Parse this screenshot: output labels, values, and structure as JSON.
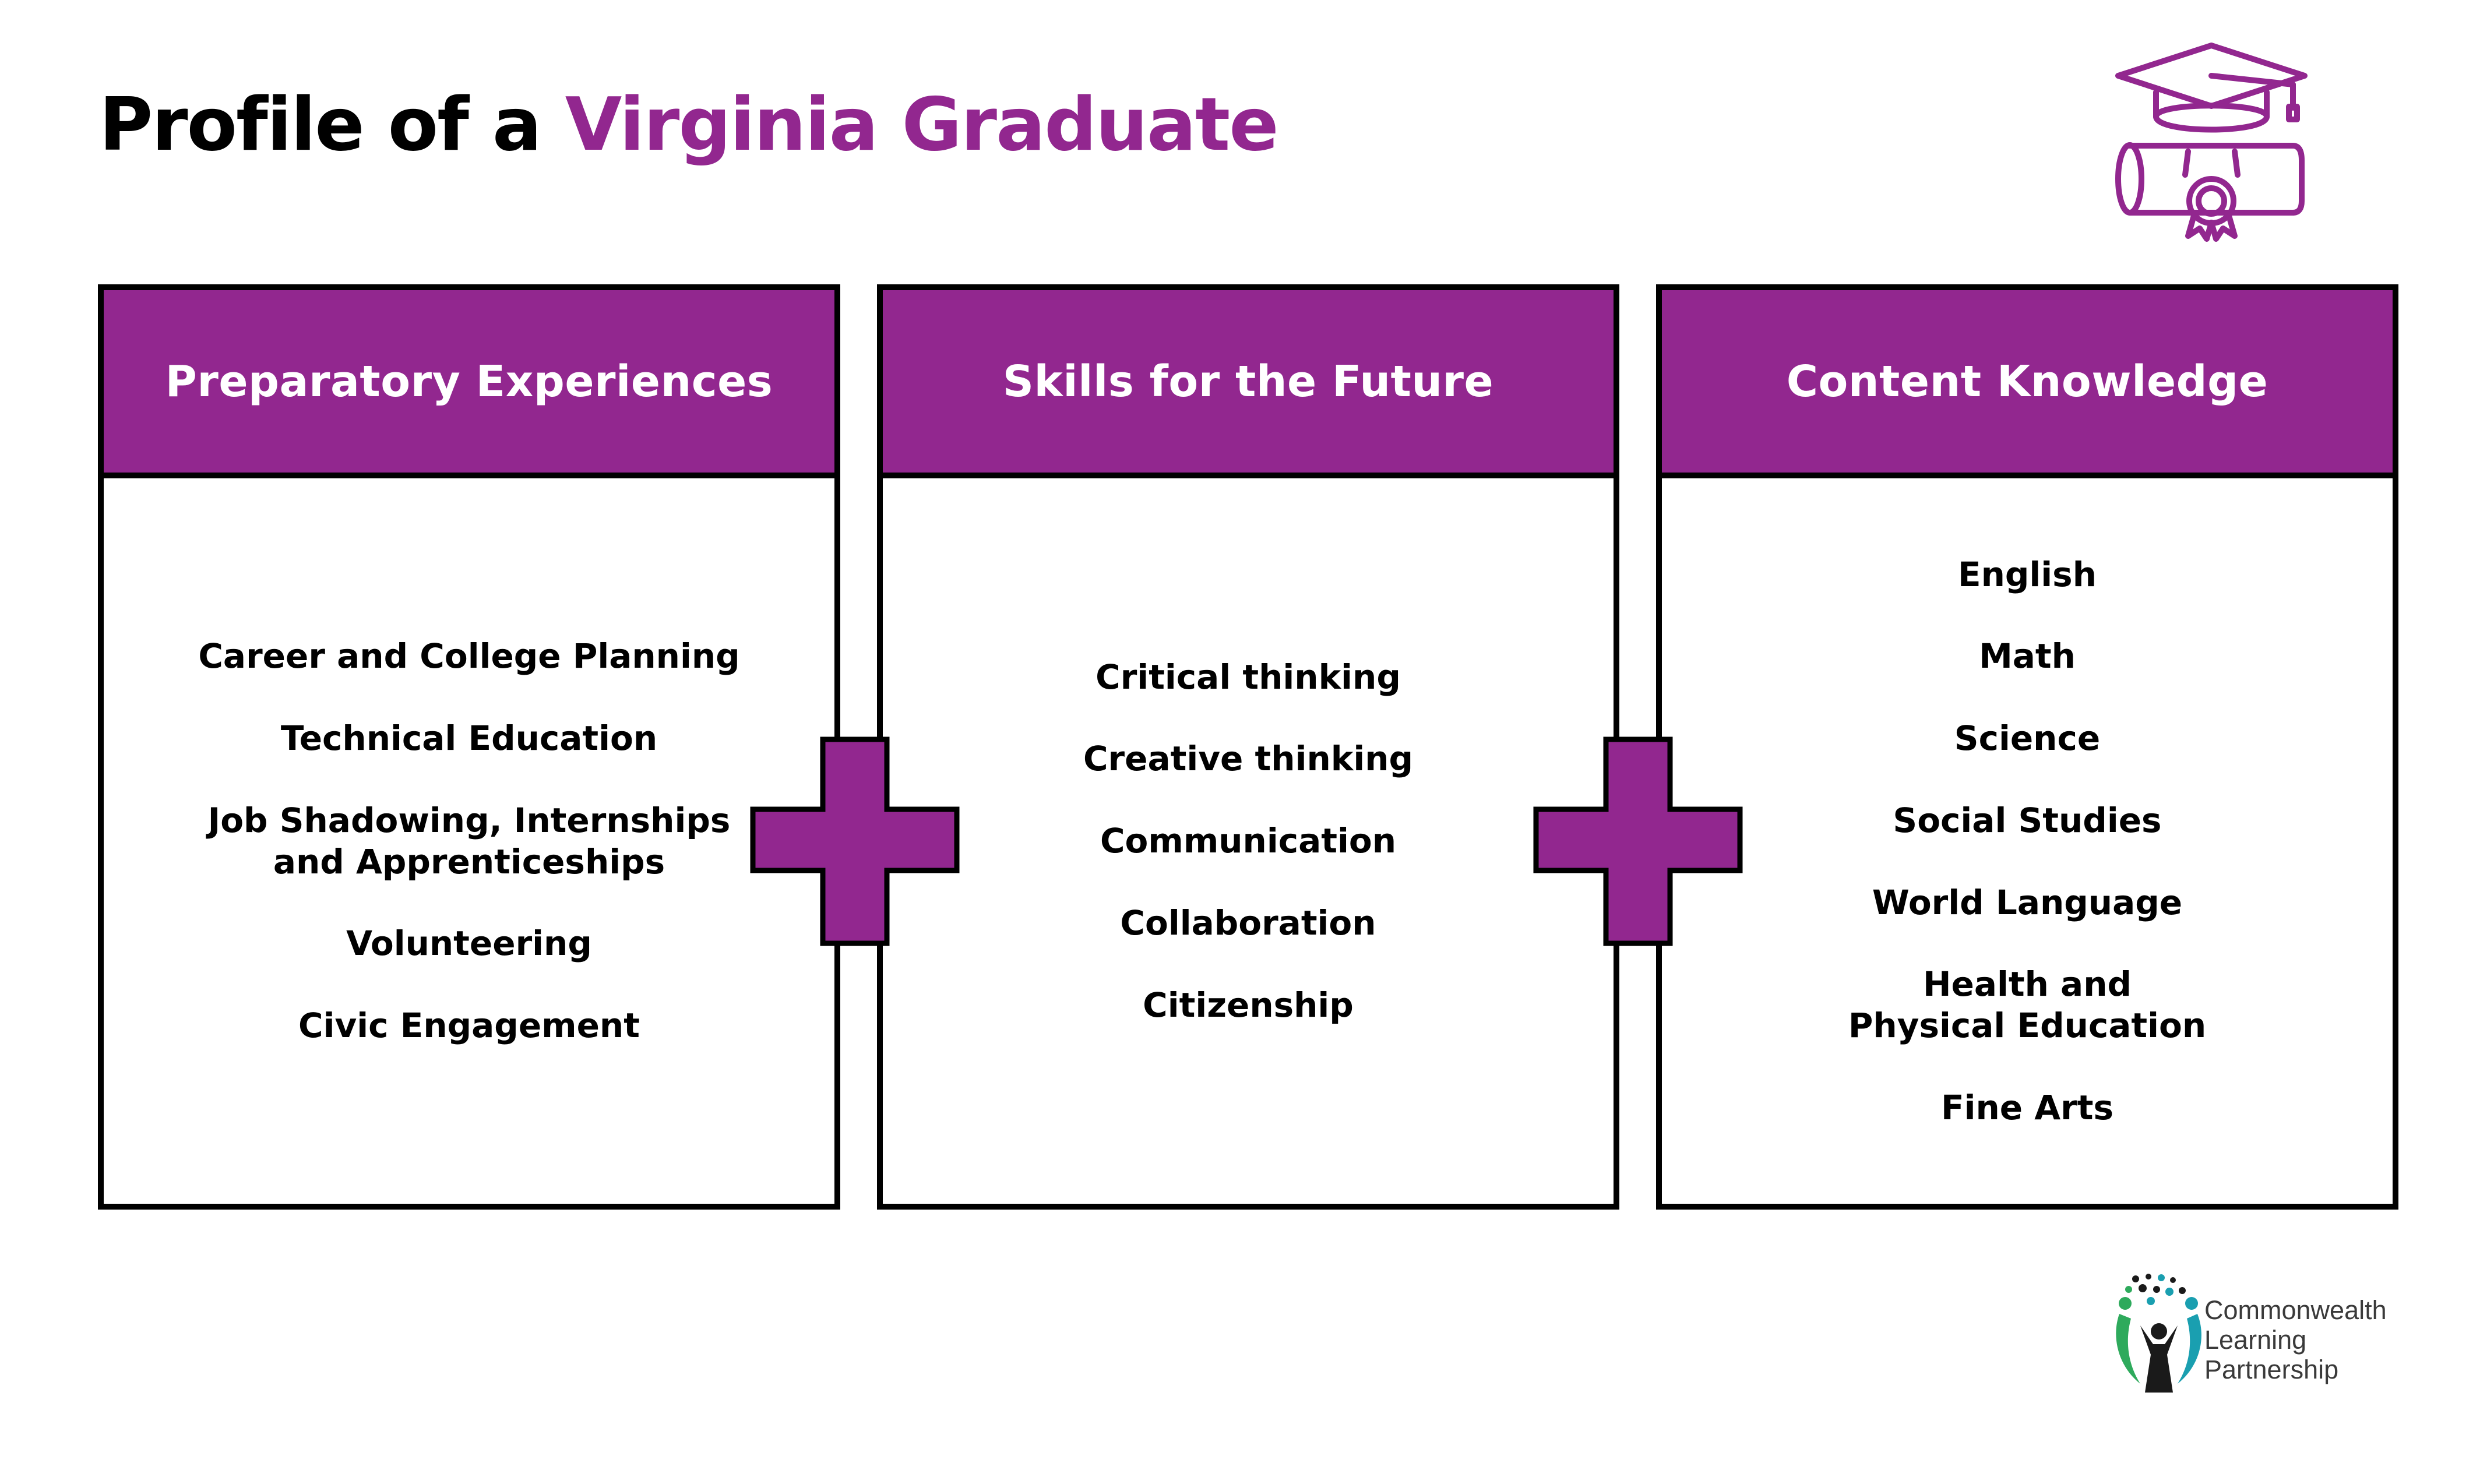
{
  "title": {
    "prefix": "Profile of a",
    "highlight": "Virginia Graduate"
  },
  "colors": {
    "accent": "#92278f",
    "border": "#000000",
    "text": "#000000"
  },
  "icons": {
    "header": "graduation-cap-diploma-icon",
    "connector": "plus-icon"
  },
  "panels": [
    {
      "title": "Preparatory Experiences",
      "items": [
        "Career and College Planning",
        "Technical Education",
        "Job Shadowing, Internships\nand Apprenticeships",
        "Volunteering",
        "Civic Engagement"
      ]
    },
    {
      "title": "Skills for the Future",
      "items": [
        "Critical thinking",
        "Creative thinking",
        "Communication",
        "Collaboration",
        "Citizenship"
      ]
    },
    {
      "title": "Content Knowledge",
      "items": [
        "English",
        "Math",
        "Science",
        "Social Studies",
        "World Language",
        "Health and\nPhysical Education",
        "Fine Arts"
      ]
    }
  ],
  "logo": {
    "text": "Commonwealth\nLearning\nPartnership"
  }
}
